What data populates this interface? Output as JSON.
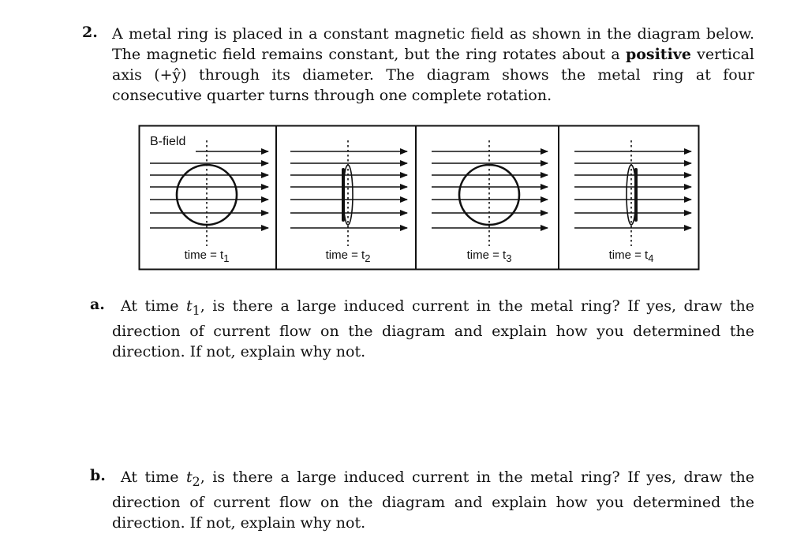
{
  "question": {
    "number": "2.",
    "text_1": "A metal ring is placed in a constant magnetic field as shown in the diagram below. The magnetic field remains constant, but the ring rotates about a ",
    "text_bold": "positive",
    "text_2": " vertical axis (+ŷ) through its diameter. The diagram shows the metal ring at four consecutive quarter turns through one complete rotation."
  },
  "figure": {
    "field_label": "B-field",
    "panels": [
      {
        "label": "time = t",
        "sub": "1",
        "ring": "face-on"
      },
      {
        "label": "time = t",
        "sub": "2",
        "ring": "edge-on-left"
      },
      {
        "label": "time = t",
        "sub": "3",
        "ring": "face-on"
      },
      {
        "label": "time = t",
        "sub": "4",
        "ring": "edge-on-right"
      }
    ]
  },
  "part_a": {
    "label": "a.",
    "text_1": "At time ",
    "var": "t",
    "sub": "1",
    "text_2": ", is there a large induced current in the metal ring? If yes, draw the direction of current flow on the diagram and explain how you determined the direction. If not, explain why not."
  },
  "part_b": {
    "label": "b.",
    "text_1": "At time ",
    "var": "t",
    "sub": "2",
    "text_2": ", is there a large induced current in the metal ring? If yes, draw the direction of current flow on the diagram and explain how you determined the direction. If not, explain why not."
  }
}
